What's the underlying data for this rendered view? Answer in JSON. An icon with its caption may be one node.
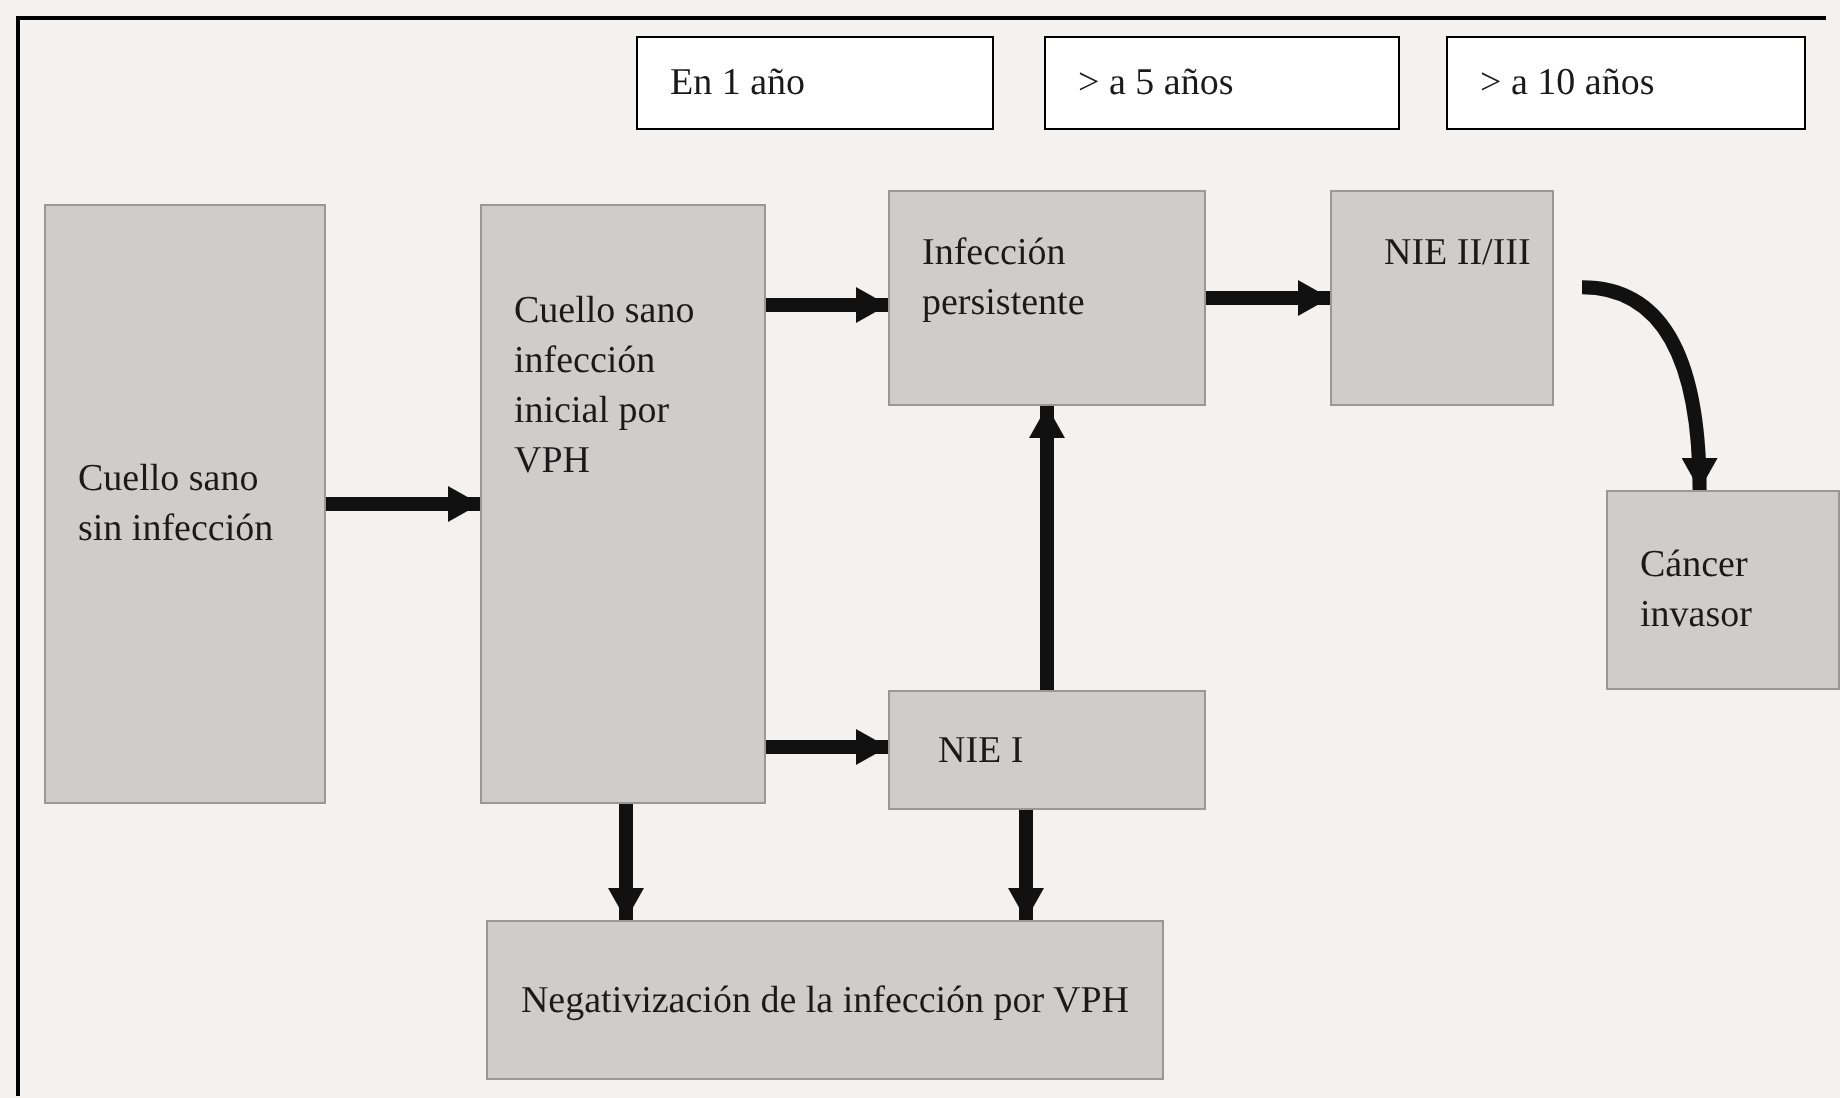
{
  "diagram": {
    "nodes": [
      {
        "text": [
          "En 1 año"
        ]
      },
      {
        "text": [
          "> a 5 años"
        ]
      },
      {
        "text": [
          "> a 10 años"
        ]
      },
      {
        "text": [
          "Cuello sano sin infección"
        ]
      },
      {
        "text": [
          "Cuello sano infección inicial por VPH"
        ]
      },
      {
        "text": [
          "Infección persistente"
        ]
      },
      {
        "text": [
          "NIE II/III"
        ]
      },
      {
        "text": [
          "Cáncer invasor"
        ]
      },
      {
        "text": [
          "NIE I"
        ]
      },
      {
        "text": [
          "Negativización de la infección por VPH"
        ]
      }
    ],
    "edges": [
      {
        "from": 3,
        "to": 4,
        "arrow": "to"
      },
      {
        "from": 4,
        "to": 5,
        "arrow": "to"
      },
      {
        "from": 5,
        "to": 6,
        "arrow": "to"
      },
      {
        "from": 6,
        "to": 7,
        "arrow": "to"
      },
      {
        "from": 4,
        "to": 8,
        "arrow": "to"
      },
      {
        "from": 8,
        "to": 5,
        "arrow": "to"
      },
      {
        "from": 4,
        "to": 9,
        "arrow": "to"
      },
      {
        "from": 8,
        "to": 9,
        "arrow": "to"
      }
    ]
  }
}
